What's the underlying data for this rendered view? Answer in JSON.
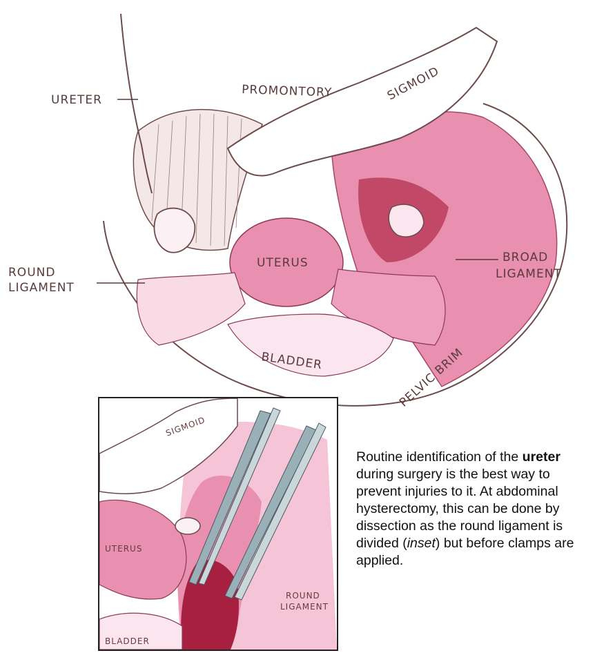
{
  "main_labels": {
    "ureter": "URETER",
    "promontory": "PROMONTORY",
    "sigmoid": "SIGMOID",
    "uterus": "UTERUS",
    "round_ligament_1": "ROUND",
    "round_ligament_2": "LIGAMENT",
    "broad_ligament_1": "BROAD",
    "broad_ligament_2": "LIGAMENT",
    "bladder": "BLADDER",
    "pelvic_brim": "PELVIC BRIM"
  },
  "inset_labels": {
    "sigmoid": "SIGMOID",
    "uterus": "UTERUS",
    "round_ligament_1": "ROUND",
    "round_ligament_2": "LIGAMENT",
    "bladder": "BLADDER"
  },
  "caption": {
    "part1": "Routine identification of the ",
    "bold": "ureter",
    "part2": " during surgery is the best way to prevent injuries to it. At abdominal hysterectomy, this can be done by dissection as the round ligament is divided (",
    "italic": "inset",
    "part3": ") but before clamps are applied."
  },
  "colors": {
    "tissue_pink": "#e98fb0",
    "tissue_light": "#f5c4d6",
    "tissue_dark": "#b3324f",
    "ink": "#5a3a3a",
    "clamp_steel": "#9ab0b8"
  }
}
